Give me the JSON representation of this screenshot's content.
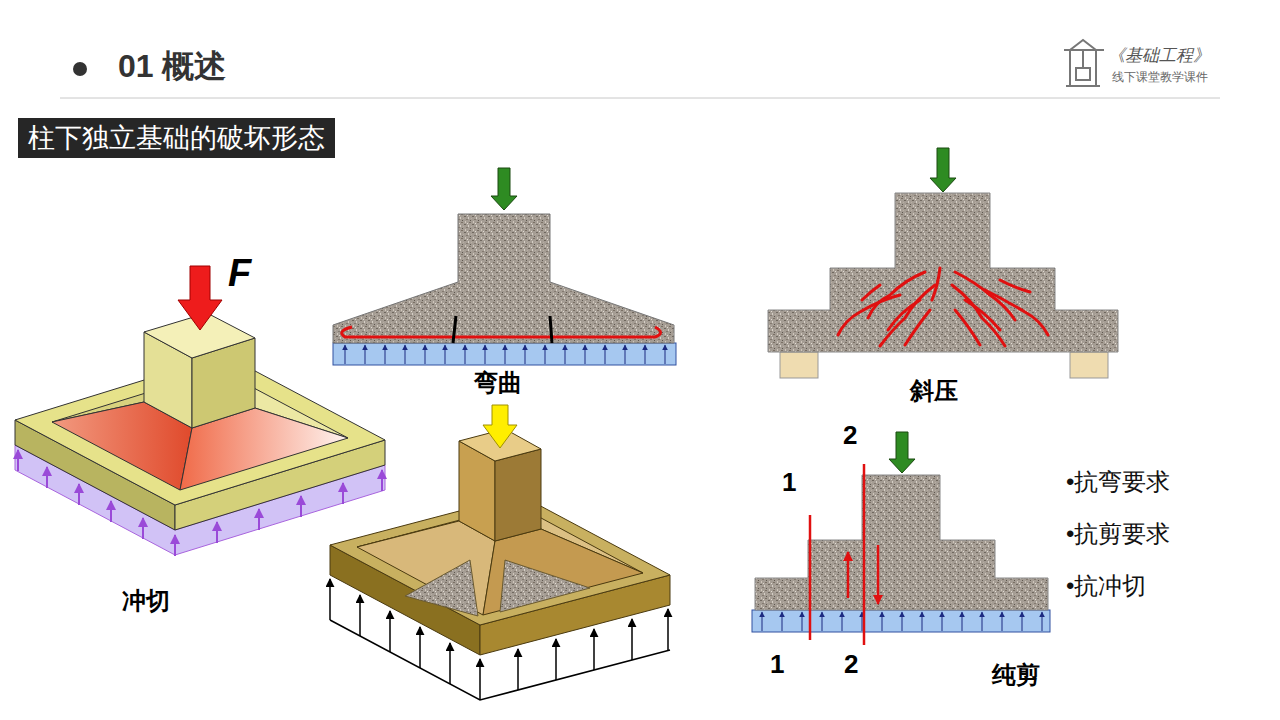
{
  "diagram": {
    "title": "01 概述",
    "nodes": [
      {
        "text": [
          "柱下独立基础的破坏形态"
        ]
      }
    ],
    "labels": [
      "《基础工程》",
      "线下课堂教学课件",
      "F",
      "弯曲",
      "斜压",
      "冲切",
      "2",
      "1",
      "1",
      "2",
      "•抗弯要求",
      "•抗剪要求",
      "•抗冲切",
      "纯剪"
    ]
  }
}
